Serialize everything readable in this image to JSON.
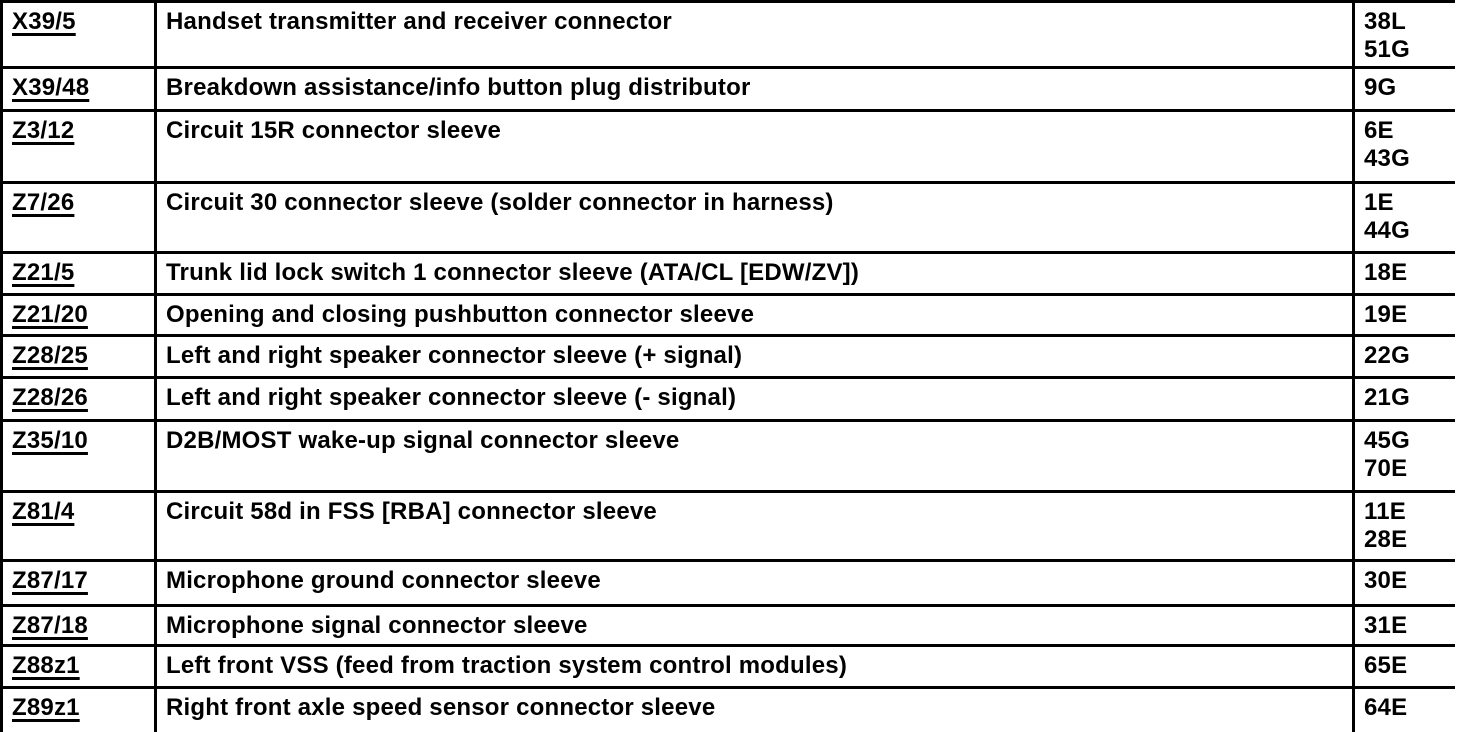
{
  "table": {
    "colors": {
      "border": "#000000",
      "text": "#000000",
      "background": "#ffffff"
    },
    "rows": [
      {
        "code": "X39/5",
        "description": "Handset transmitter and receiver connector",
        "refs": [
          "38L",
          "51G"
        ]
      },
      {
        "code": "X39/48",
        "description": "Breakdown assistance/info button plug distributor",
        "refs": [
          "9G"
        ]
      },
      {
        "code": "Z3/12",
        "description": "Circuit 15R connector sleeve",
        "refs": [
          "6E",
          "43G"
        ]
      },
      {
        "code": "Z7/26",
        "description": "Circuit 30 connector sleeve (solder connector in harness)",
        "refs": [
          "1E",
          "44G"
        ]
      },
      {
        "code": "Z21/5",
        "description": "Trunk lid lock switch 1 connector sleeve (ATA/CL [EDW/ZV])",
        "refs": [
          "18E"
        ]
      },
      {
        "code": "Z21/20",
        "description": "Opening and closing pushbutton connector sleeve",
        "refs": [
          "19E"
        ]
      },
      {
        "code": "Z28/25",
        "description": "Left and right speaker connector sleeve (+ signal)",
        "refs": [
          "22G"
        ]
      },
      {
        "code": "Z28/26",
        "description": "Left and right speaker connector sleeve (- signal)",
        "refs": [
          "21G"
        ]
      },
      {
        "code": "Z35/10",
        "description": "D2B/MOST wake-up signal connector sleeve",
        "refs": [
          "45G",
          "70E"
        ]
      },
      {
        "code": "Z81/4",
        "description": "Circuit 58d in FSS [RBA] connector sleeve",
        "refs": [
          "11E",
          "28E"
        ]
      },
      {
        "code": "Z87/17",
        "description": "Microphone ground connector sleeve",
        "refs": [
          "30E"
        ]
      },
      {
        "code": "Z87/18",
        "description": "Microphone signal connector sleeve",
        "refs": [
          "31E"
        ]
      },
      {
        "code": "Z88z1",
        "description": "Left front VSS (feed from traction system control modules)",
        "refs": [
          "65E"
        ]
      },
      {
        "code": "Z89z1",
        "description": "Right front axle speed sensor connector sleeve",
        "refs": [
          "64E"
        ]
      }
    ]
  }
}
